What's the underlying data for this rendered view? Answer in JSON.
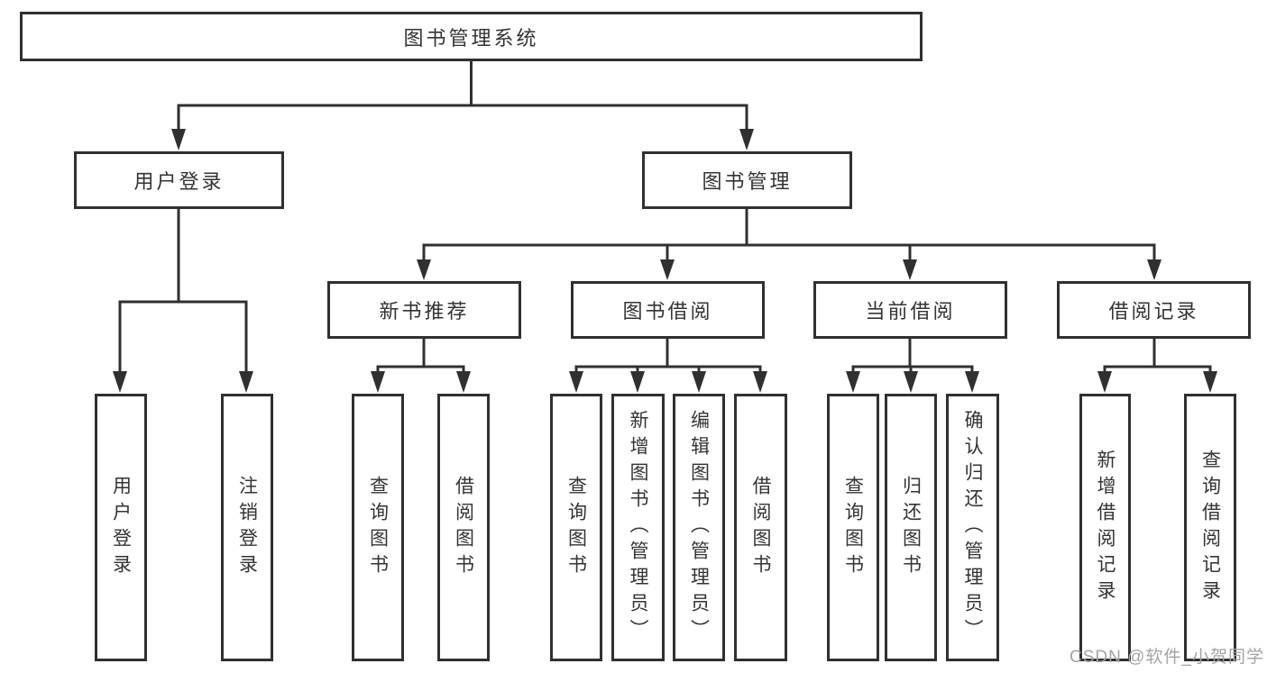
{
  "tree": {
    "label": "图书管理系统",
    "children": [
      {
        "label": "用户登录",
        "children": [
          {
            "label": "用户登录"
          },
          {
            "label": "注销登录"
          }
        ]
      },
      {
        "label": "图书管理",
        "children": [
          {
            "label": "新书推荐",
            "children": [
              {
                "label": "查询图书"
              },
              {
                "label": "借阅图书"
              }
            ]
          },
          {
            "label": "图书借阅",
            "children": [
              {
                "label": "查询图书"
              },
              {
                "label": "新增图书（管理员）"
              },
              {
                "label": "编辑图书（管理员）"
              },
              {
                "label": "借阅图书"
              }
            ]
          },
          {
            "label": "当前借阅",
            "children": [
              {
                "label": "查询图书"
              },
              {
                "label": "归还图书"
              },
              {
                "label": "确认归还（管理员）"
              }
            ]
          },
          {
            "label": "借阅记录",
            "children": [
              {
                "label": "新增借阅记录"
              },
              {
                "label": "查询借阅记录"
              }
            ]
          }
        ]
      }
    ]
  },
  "watermark": {
    "text": "CSDN @软件_小贺同学",
    "color": "#a3a3a3"
  },
  "colors": {
    "line": "#303030",
    "box_border": "#303030",
    "box_fill": "#ffffff",
    "text": "#333333",
    "background": "#ffffff"
  }
}
